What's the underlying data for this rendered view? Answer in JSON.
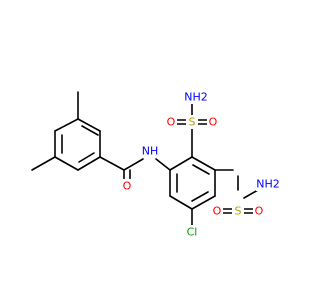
{
  "molecule": {
    "colors": {
      "bond": "#000000",
      "N": "#0000ff",
      "O": "#ff0000",
      "S": "#b5a200",
      "Cl": "#00a000"
    },
    "atoms": {
      "nh_amide": "NH",
      "o_carbonyl": "O",
      "s_top": "S",
      "o_top_left": "O",
      "o_top_right": "O",
      "nh2_top": "NH2",
      "s_bottom": "S",
      "o_bottom_left": "O",
      "o_bottom_right": "O",
      "nh2_bottom": "NH2",
      "cl": "Cl"
    }
  }
}
